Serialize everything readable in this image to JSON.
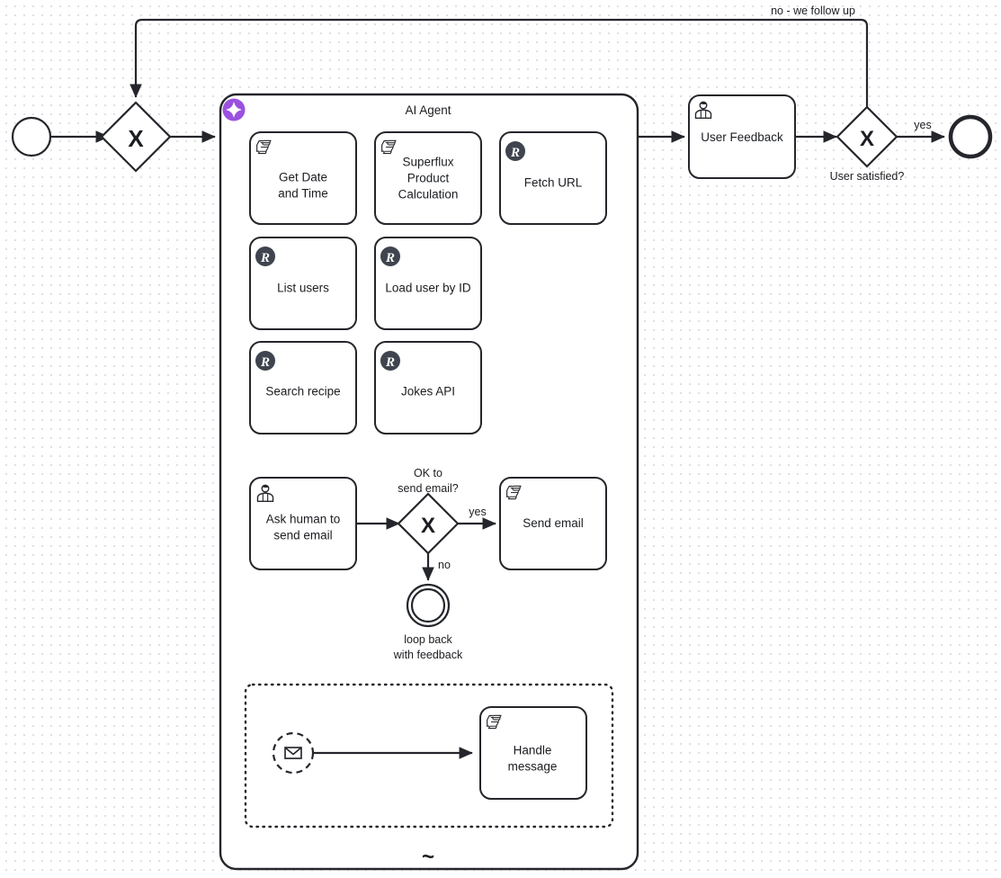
{
  "diagram": {
    "type": "bpmn-process",
    "title_label": "AI Agent",
    "colors": {
      "stroke": "#24262b",
      "text": "#1b1d21",
      "ai_badge": "#9b51e0",
      "rest_icon": "#3f444f",
      "grid_dot": "#d9d9e0",
      "background": "#ffffff"
    },
    "top_flow": {
      "start_event": {
        "name": "start-event",
        "label": ""
      },
      "gateway_entry": {
        "name": "entry-gateway",
        "marker": "X",
        "label": ""
      },
      "agent_container": {
        "name": "ai-agent-subprocess",
        "label": "AI Agent",
        "badge": "sparkle-icon",
        "adhoc_marker": "~"
      },
      "user_feedback": {
        "name": "user-feedback-task",
        "label": "User Feedback",
        "icon": "user-icon"
      },
      "gateway_satisfied": {
        "name": "user-satisfied-gateway",
        "marker": "X",
        "label": "User satisfied?"
      },
      "end_event": {
        "name": "end-event",
        "label": ""
      },
      "edge_yes": "yes",
      "edge_loop": "no - we follow up"
    },
    "tools": [
      {
        "label": "Get Date and Time",
        "icon": "script-icon",
        "name": "task-get-date-and-time"
      },
      {
        "label": "Superflux Product Calculation",
        "icon": "script-icon",
        "name": "task-superflux-product-calculation"
      },
      {
        "label": "Fetch URL",
        "icon": "rest-icon",
        "name": "task-fetch-url"
      },
      {
        "label": "List users",
        "icon": "rest-icon",
        "name": "task-list-users"
      },
      {
        "label": "Load user by ID",
        "icon": "rest-icon",
        "name": "task-load-user-by-id"
      },
      {
        "label": "Search recipe",
        "icon": "rest-icon",
        "name": "task-search-recipe"
      },
      {
        "label": "Jokes API",
        "icon": "rest-icon",
        "name": "task-jokes-api"
      }
    ],
    "email_flow": {
      "ask_human": {
        "label": "Ask human to send email",
        "icon": "user-icon",
        "name": "task-ask-human-to-send-email"
      },
      "gateway": {
        "label": "OK to send email?",
        "marker": "X",
        "name": "ok-to-send-email-gateway"
      },
      "send_email": {
        "label": "Send email",
        "icon": "script-icon",
        "name": "task-send-email"
      },
      "loop_back_event": {
        "label": "loop back with feedback",
        "name": "loop-back-event"
      },
      "edge_yes": "yes",
      "edge_no": "no"
    },
    "event_subprocess": {
      "name": "message-event-subprocess",
      "start_event": {
        "icon": "envelope-icon",
        "name": "message-start-event"
      },
      "task": {
        "label": "Handle message",
        "icon": "script-icon",
        "name": "task-handle-message"
      }
    }
  }
}
